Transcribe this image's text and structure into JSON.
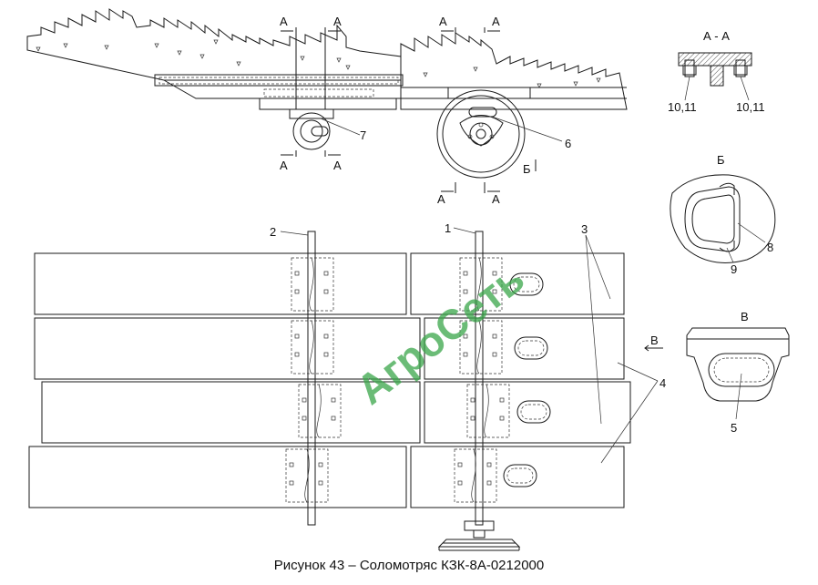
{
  "caption": "Рисунок 43 – Соломотряс КЗК-8А-0212000",
  "watermark": "АгроСеть",
  "views": {
    "section_aa": "А - А",
    "view_b": "Б",
    "view_v": "В"
  },
  "section_marks": {
    "a": "А",
    "b": "Б",
    "v": "В"
  },
  "callouts": {
    "c1": "1",
    "c2": "2",
    "c3": "3",
    "c4": "4",
    "c5": "5",
    "c6": "6",
    "c7": "7",
    "c8": "8",
    "c9": "9",
    "c10_11_left": "10,11",
    "c10_11_right": "10,11"
  },
  "colors": {
    "lines": "#1a1a1a",
    "watermark": "#3aa64a"
  }
}
